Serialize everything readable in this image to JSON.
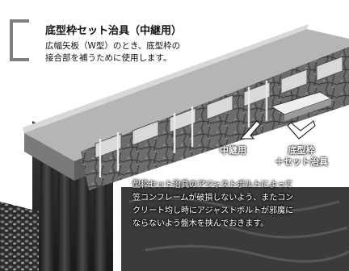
{
  "header": {
    "title": "底型枠セット治具（中継用）",
    "description": "広幅矢板（W型）のとき、底型枠の\n接合部を補うために使用します。"
  },
  "illustration": {
    "labels": {
      "relay": "中継用",
      "bottom_form": "底型枠\n＋セット治具"
    },
    "caption": "型枠セット治具のアジャストボルトによって\n笠コンフレームが破損しないよう、またコン\nクリート均し時にアジャストボルトが邪魔に\nならないよう盤木を挟んでおきます。"
  },
  "colors": {
    "bracket_icon": "#808080",
    "text_dark": "#111111",
    "text_on_image": "#ffffff",
    "sheet_pile": "#2e2e2e",
    "stone": "#7a7a7a"
  }
}
